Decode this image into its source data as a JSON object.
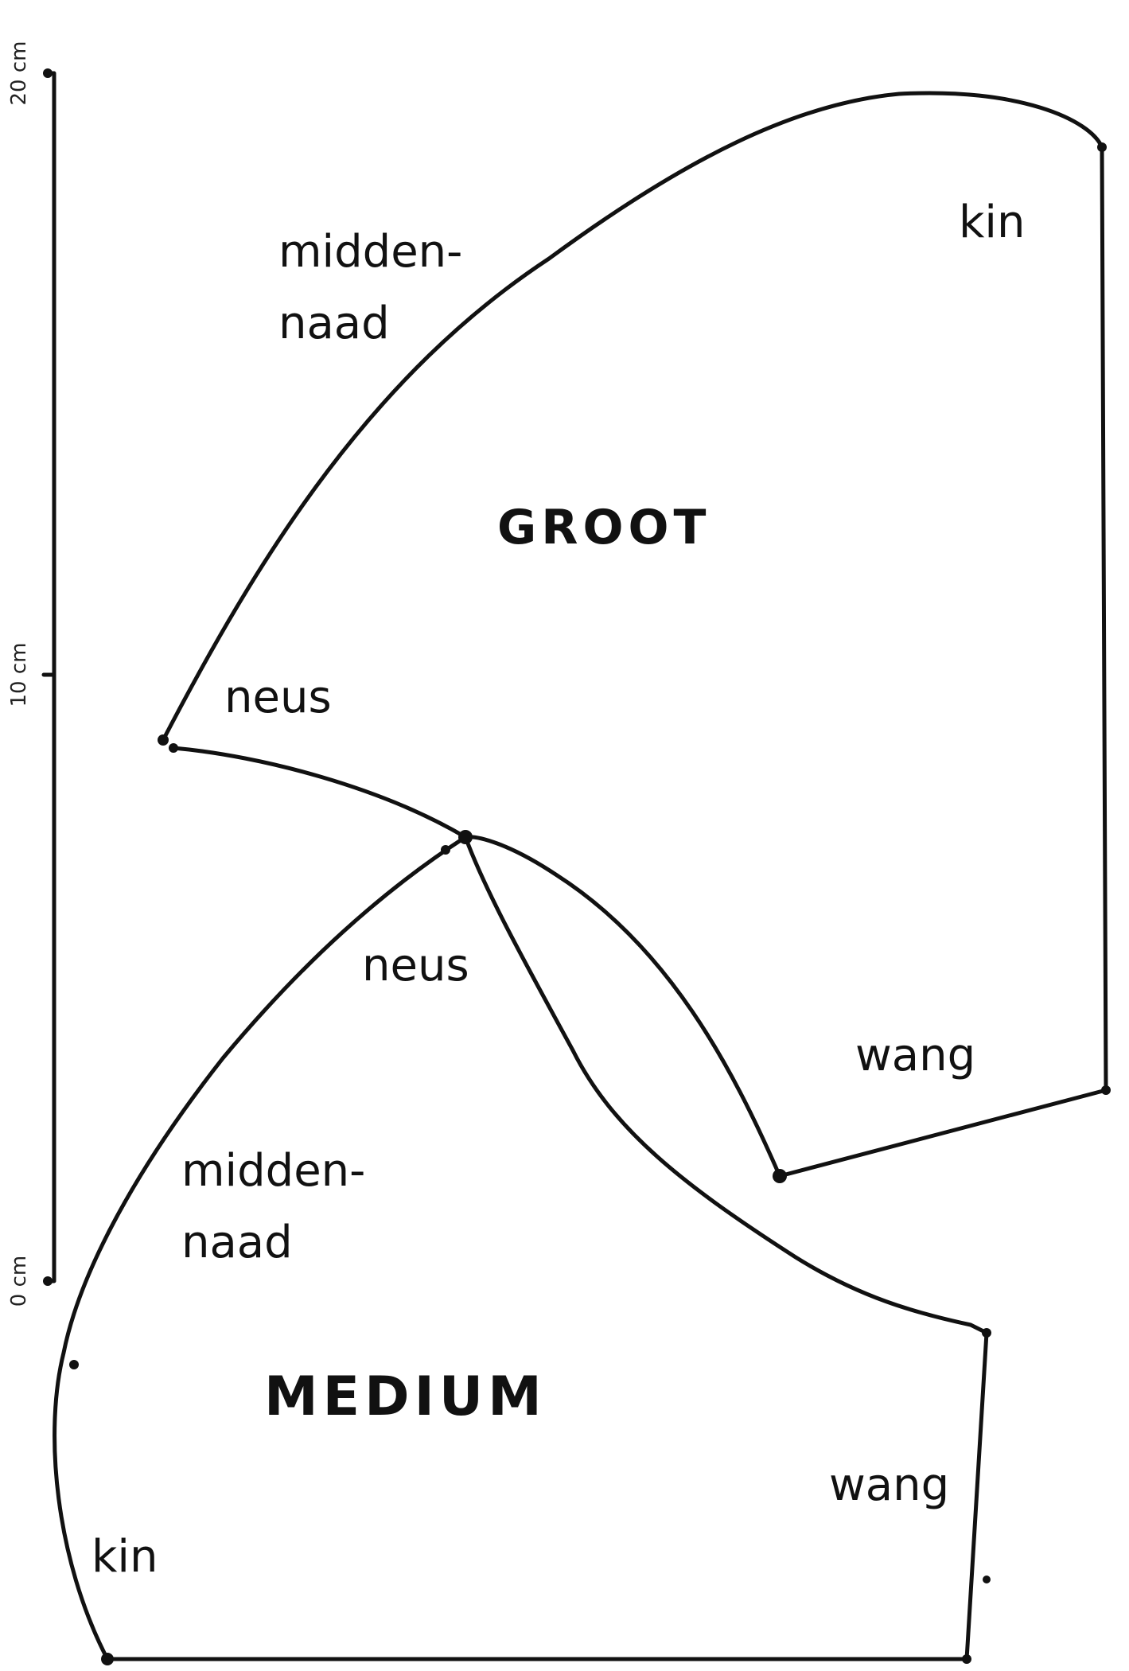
{
  "scale": {
    "ticks": [
      "20 cm",
      "10 cm",
      "0 cm"
    ]
  },
  "groot": {
    "title": "GROOT",
    "labels": {
      "middennaad_1": "midden-",
      "middennaad_2": "naad",
      "kin": "kin",
      "neus": "neus",
      "wang": "wang"
    }
  },
  "medium": {
    "title": "MEDIUM",
    "labels": {
      "middennaad_1": "midden-",
      "middennaad_2": "naad",
      "kin": "kin",
      "neus": "neus",
      "wang": "wang"
    }
  }
}
